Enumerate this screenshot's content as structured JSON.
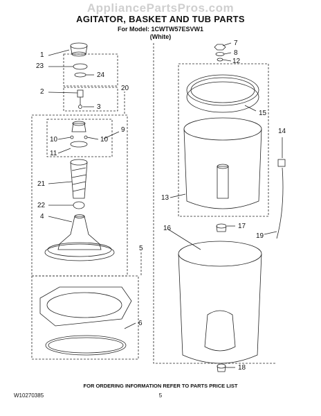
{
  "watermark": "AppliancePartsPros.com",
  "header": {
    "title": "AGITATOR, BASKET AND TUB PARTS",
    "model_line": "For Model: 1CWTW57ESVW1",
    "color_line": "(White)"
  },
  "callouts": {
    "c1": "1",
    "c23": "23",
    "c24": "24",
    "c2": "2",
    "c3": "3",
    "c20": "20",
    "c9": "9",
    "c10a": "10",
    "c10b": "10",
    "c11": "11",
    "c21": "21",
    "c22": "22",
    "c4": "4",
    "c5": "5",
    "c6": "6",
    "c7": "7",
    "c8": "8",
    "c12": "12",
    "c15": "15",
    "c13": "13",
    "c14": "14",
    "c16": "16",
    "c17": "17",
    "c19": "19",
    "c18": "18"
  },
  "footer": {
    "info": "FOR ORDERING INFORMATION REFER TO PARTS PRICE LIST",
    "doc_number": "W10270385",
    "page_number": "5"
  }
}
